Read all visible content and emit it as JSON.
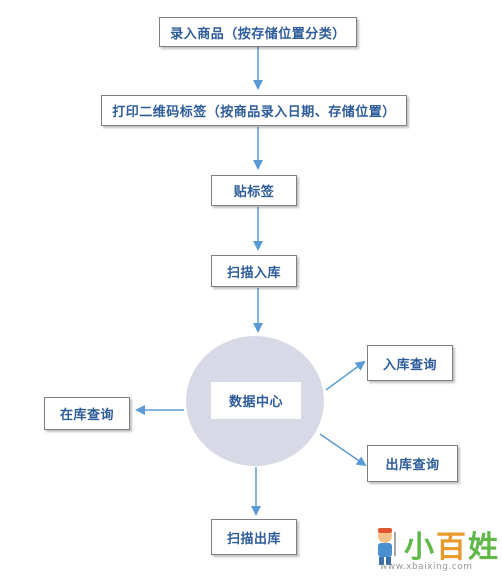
{
  "nodes": {
    "enter_goods": "录入商品（按存储位置分类）",
    "print_qr": "打印二维码标签（按商品录入日期、存储位置）",
    "stick_label": "贴标签",
    "scan_in": "扫描入库",
    "data_center": "数据中心",
    "in_stock_query": "在库查询",
    "inbound_query": "入库查询",
    "outbound_query": "出库查询",
    "scan_out": "扫描出库"
  },
  "colors": {
    "text": "#2e5c9a",
    "arrow": "#5b9bd5",
    "circle": "#d7d9e6",
    "border": "#7f7f7f"
  },
  "watermark": {
    "char1": "小",
    "char2": "百",
    "char3": "姓",
    "url": "www.xbaixing.com"
  }
}
